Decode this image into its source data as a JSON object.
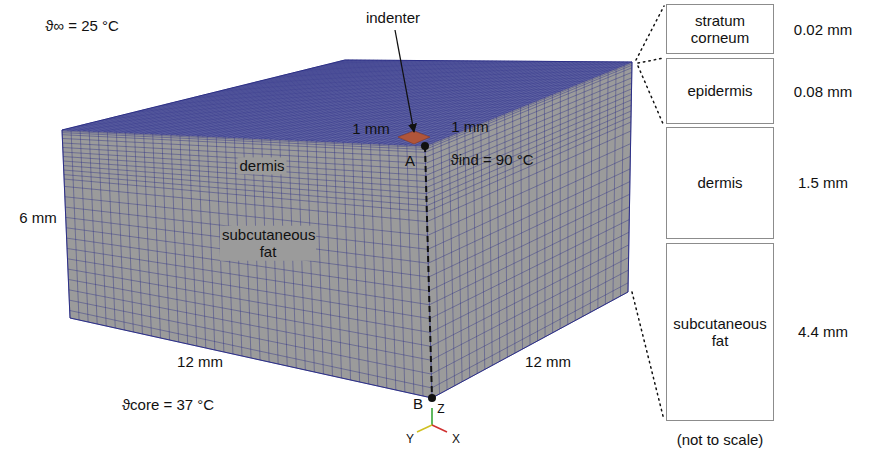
{
  "diagram": {
    "nodes": [
      {
        "text": [
          "stratum corneum"
        ]
      },
      {
        "text": [
          "epidermis"
        ]
      },
      {
        "text": [
          "dermis"
        ]
      },
      {
        "text": [
          "subcutaneous fat"
        ]
      }
    ],
    "labels": [
      "ϑ∞ = 25 °C",
      "indenter",
      "1 mm",
      "1 mm",
      "ϑind = 90 °C",
      "A",
      "dermis",
      "subcutaneous fat",
      "6 mm",
      "12 mm",
      "12 mm",
      "ϑcore = 37 °C",
      "B",
      "Z",
      "Y",
      "X",
      "0.02 mm",
      "0.08 mm",
      "1.5 mm",
      "4.4 mm",
      "(not to scale)"
    ]
  }
}
